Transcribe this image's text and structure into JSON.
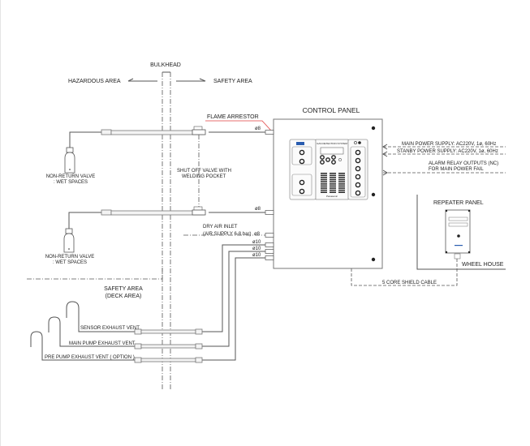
{
  "diagram": {
    "title": "Gas Detection System Installation Diagram",
    "labels": {
      "bulkhead": "BULKHEAD",
      "hazardous_area": "HAZARDOUS AREA",
      "safety_area_top": "SAFETY AREA",
      "flame_arrestor": "FLAME ARRESTOR",
      "control_panel": "CONTROL PANEL",
      "shut_off_valve_line1": "SHUT OFF VALVE WITH",
      "shut_off_valve_line2": "WELDING POCKET",
      "non_return_valve_1_line1": "NON-RETURN VALVE",
      "non_return_valve_1_line2": ": WET SPACES",
      "non_return_valve_2_line1": "NON-RETURN VALVE",
      "non_return_valve_2_line2": ": WET SPACES",
      "dry_air_inlet_line1": "DRY AIR INLET",
      "dry_air_inlet_line2": "(AIR SUPPLY 6-8 bar)",
      "main_power": "MAIN POWER SUPPLY: AC220V, 1ø, 60Hz",
      "standby_power": "STANBY POWER SUPPLY: AC220V, 1ø, 60Hz",
      "alarm_relay_line1": "ALARM RELAY OUTPUTS (NC)",
      "alarm_relay_line2": "FOR MAIN POWER FAIL",
      "repeater_panel": "REPEATER PANEL",
      "wheel_house": "WHEEL HOUSE",
      "shield_cable": "5 CORE SHIELD CABLE",
      "safety_area_deck_line1": "SAFETY AREA",
      "safety_area_deck_line2": "(DECK AREA)",
      "sensor_exhaust": "SENSOR EXHAUST VENT",
      "main_pump_exhaust": "MAIN PUMP EXHAUST VENT",
      "pre_pump_exhaust": "PRE PUMP EXHAUST VENT ( OPTION )"
    },
    "pipe_sizes": {
      "sample_line_1": "ø8",
      "sample_line_2": "ø8",
      "dry_air": "ø8",
      "exhaust_1": "ø10",
      "exhaust_2": "ø10",
      "exhaust_3": "ø10"
    },
    "panel": {
      "header": "GAS DETECTION SYSTEM",
      "brand": "Panasonic"
    },
    "colors": {
      "line": "#555555",
      "leader_red": "#e04040",
      "brand_blue": "#2a5db0"
    }
  }
}
